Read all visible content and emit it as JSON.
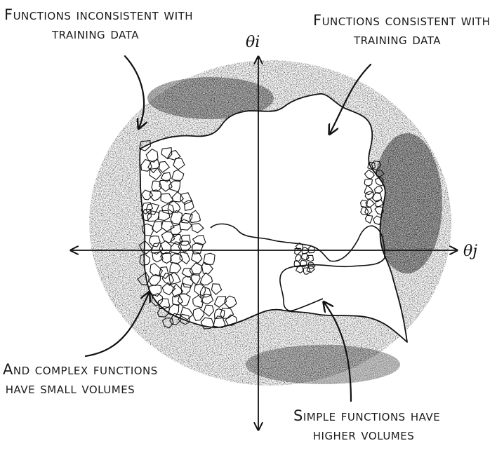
{
  "diagram": {
    "axes": {
      "vertical_label": "θi",
      "horizontal_label": "θj"
    },
    "annotations": {
      "inconsistent": [
        "Functions inconsistent with",
        "training data"
      ],
      "consistent": [
        "Functions consistent with",
        "training data"
      ],
      "complex": [
        "And complex functions",
        "have small volumes"
      ],
      "simple": [
        "Simple functions have",
        "higher volumes"
      ]
    }
  }
}
